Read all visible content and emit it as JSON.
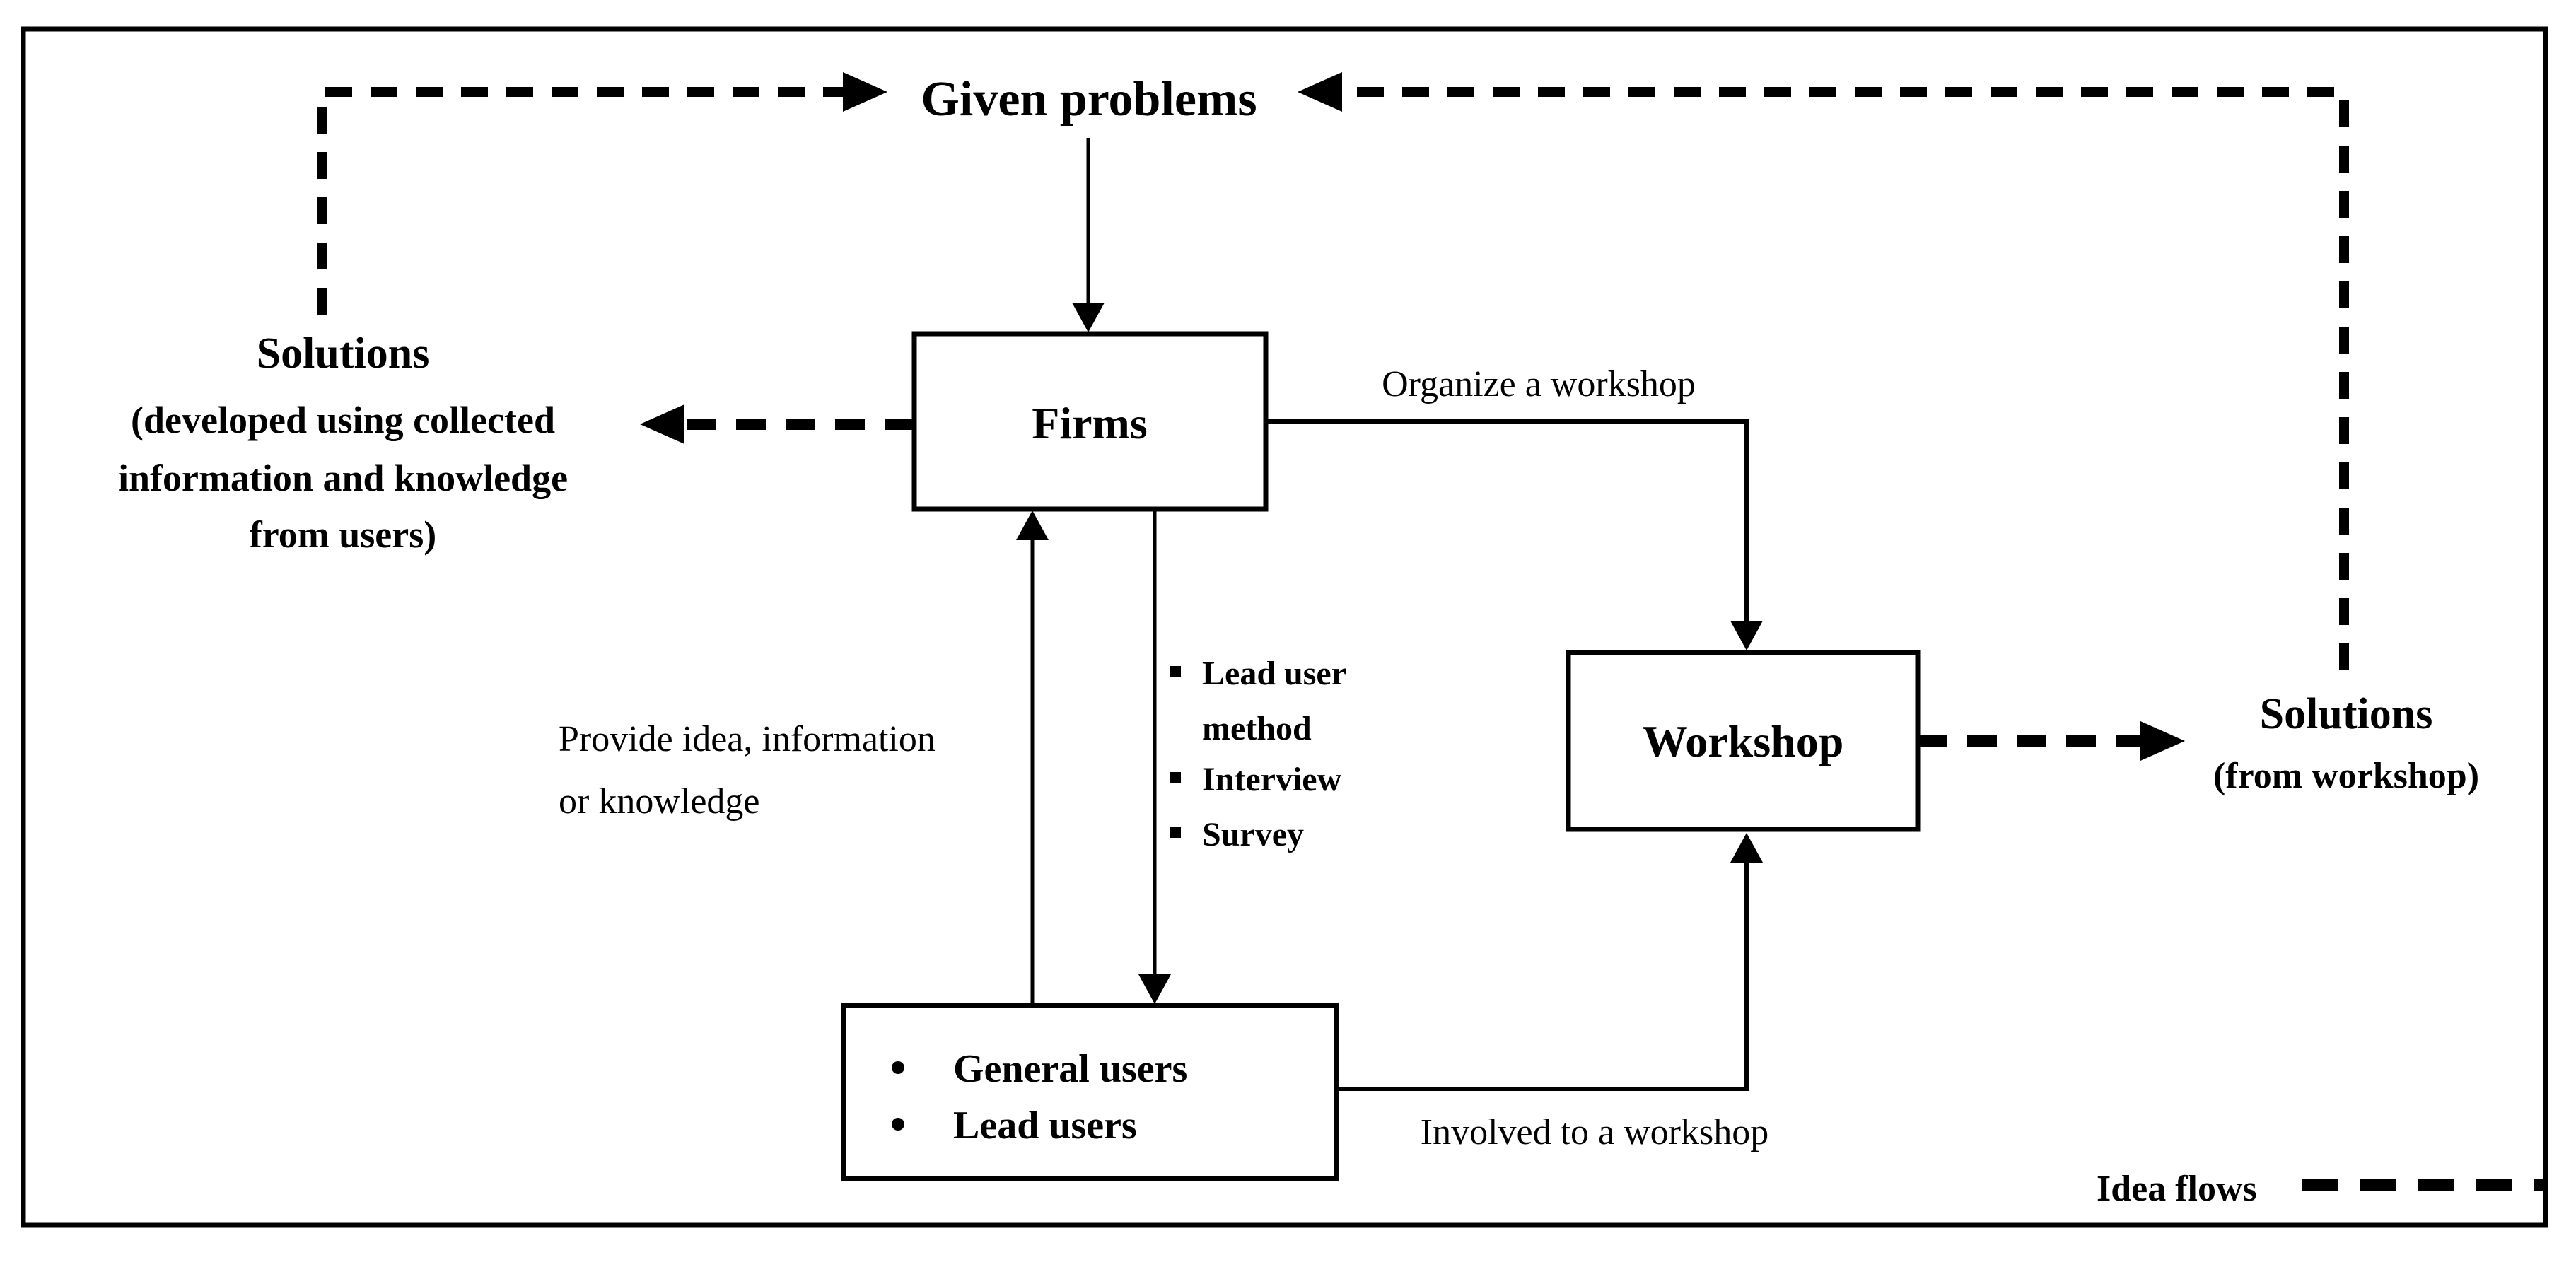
{
  "nodes": {
    "given_problems": {
      "label": "Given problems"
    },
    "firms": {
      "label": "Firms"
    },
    "workshop": {
      "label": "Workshop"
    },
    "users": {
      "items": [
        "General users",
        "Lead users"
      ]
    },
    "solutions_left": {
      "title": "Solutions",
      "desc_lines": [
        "(developed using collected",
        "information and knowledge",
        "from users)"
      ]
    },
    "solutions_right": {
      "title": "Solutions",
      "subtitle": "(from workshop)"
    }
  },
  "labels": {
    "organize": "Organize a workshop",
    "involved": "Involved to a workshop",
    "provide_lines": [
      "Provide idea, information",
      "or knowledge"
    ],
    "methods": [
      {
        "bullet": true,
        "text": "Lead user"
      },
      {
        "bullet": false,
        "text": "method"
      },
      {
        "bullet": true,
        "text": "Interview"
      },
      {
        "bullet": true,
        "text": "Survey"
      }
    ]
  },
  "legend": {
    "label": "Idea flows"
  },
  "colors": {
    "line": "#000000",
    "workshop_fill": "#d9d9d9",
    "background": "#ffffff"
  }
}
